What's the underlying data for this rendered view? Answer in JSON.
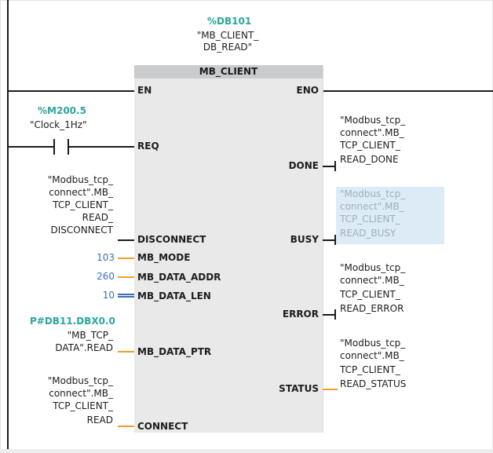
{
  "instance": {
    "address": "%DB101",
    "name_lines": [
      "\"MB_CLIENT_",
      "DB_READ\""
    ]
  },
  "block": {
    "title": "MB_CLIENT",
    "inputs": {
      "en": "EN",
      "req": "REQ",
      "disconnect": "DISCONNECT",
      "mb_mode": "MB_MODE",
      "mb_data_addr": "MB_DATA_ADDR",
      "mb_data_len": "MB_DATA_LEN",
      "mb_data_ptr": "MB_DATA_PTR",
      "connect": "CONNECT"
    },
    "outputs": {
      "eno": "ENO",
      "done": "DONE",
      "busy": "BUSY",
      "error": "ERROR",
      "status": "STATUS"
    }
  },
  "operands": {
    "req": {
      "address": "%M200.5",
      "name": "\"Clock_1Hz\""
    },
    "disconnect": [
      "\"Modbus_tcp_",
      "connect\".MB_",
      "TCP_CLIENT_",
      "READ_",
      "DISCONNECT"
    ],
    "mb_mode": "103",
    "mb_data_addr": "260",
    "mb_data_len": "10",
    "mb_data_ptr": {
      "address": "P#DB11.DBX0.0",
      "lines": [
        "\"MB_TCP_",
        "DATA\".READ"
      ]
    },
    "connect": [
      "\"Modbus_tcp_",
      "connect\".MB_",
      "TCP_CLIENT_",
      "READ"
    ],
    "done": [
      "\"Modbus_tcp_",
      "connect\".MB_",
      "TCP_CLIENT_",
      "READ_DONE"
    ],
    "busy": [
      "\"Modbus_tcp_",
      "connect\".MB_",
      "TCP_CLIENT_",
      "READ_BUSY"
    ],
    "error": [
      "\"Modbus_tcp_",
      "connect\".MB_",
      "TCP_CLIENT_",
      "READ_ERROR"
    ],
    "status": [
      "\"Modbus_tcp_",
      "connect\".MB_",
      "TCP_CLIENT_",
      "READ_STATUS"
    ]
  },
  "colors": {
    "constant": "#3d6fb4",
    "address": "#2aa69a",
    "wire_orange": "#f0a02a",
    "block_body": "#e9e9ea",
    "block_header": "#c9cbcd",
    "highlight": "#dcebf5"
  }
}
